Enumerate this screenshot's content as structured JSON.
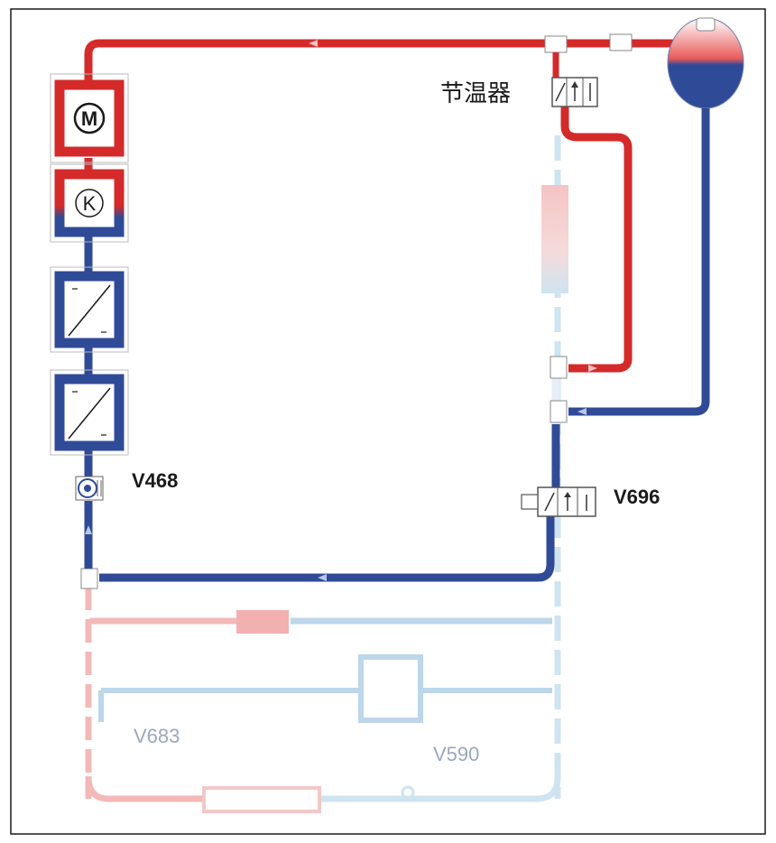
{
  "labels": {
    "thermostat": "节温器",
    "v468": "V468",
    "v696": "V696",
    "v683": "V683",
    "v590": "V590"
  },
  "components": {
    "motor_letter": "M",
    "compressor_letter": "K"
  },
  "colors": {
    "hot": "#d42a2a",
    "cold": "#2f4a96",
    "hot_faint": "#f3b8b8",
    "cold_faint": "#bcd6ea",
    "frame": "#1a1a1a"
  }
}
